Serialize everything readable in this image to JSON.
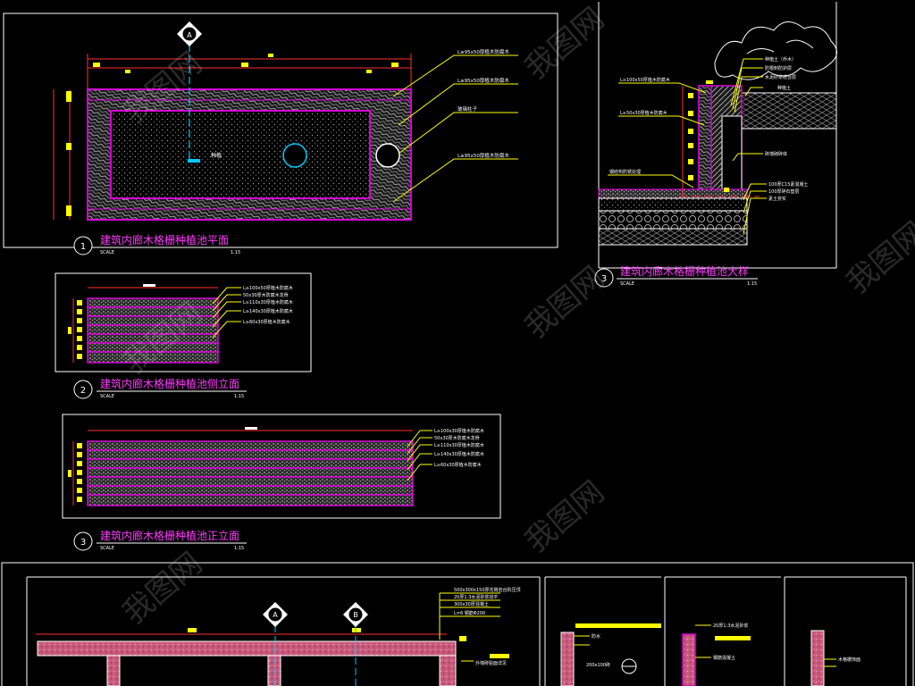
{
  "colors": {
    "background": "#000000",
    "magenta": "#d400d4",
    "yellow": "#ffff00",
    "cyan": "#00c8ff",
    "white": "#ffffff",
    "frame": "#ffffff",
    "red": "#ff3030",
    "hatch": "#bdbdbd",
    "wood_fill": "#c85a7c"
  },
  "drawing_1": {
    "number": "1",
    "title": "建筑内廊木格栅种植池平面",
    "scale_label": "SCALE",
    "scale_value": "1:15",
    "callouts": [
      "L≥95x50厚植木防腐木",
      "L≥95x50厚植木防腐木",
      "玻璃柱子",
      "L≥95x50厚植木防腐木"
    ],
    "center_label": "种植"
  },
  "drawing_2": {
    "number": "2",
    "title": "建筑内廊木格栅种植池侧立面",
    "scale_label": "SCALE",
    "scale_value": "1:15",
    "callouts": [
      "L≥100x50厚植木防腐木",
      "50x30厚木防腐木龙骨",
      "L≥110x30厚植木防腐木",
      "L≥140x30厚植木防腐木",
      "L≥60x30厚植木防腐木"
    ]
  },
  "drawing_3": {
    "number": "3",
    "title": "建筑内廊木格栅种植池正立面",
    "scale_label": "SCALE",
    "scale_value": "1:15",
    "callouts": [
      "L≥100x30厚植木防腐木",
      "50x30厚木防腐木龙骨",
      "L≥110x30厚植木防腐木",
      "L≥140x30厚植木防腐木",
      "L≥60x30厚植木防腐木"
    ]
  },
  "drawing_4": {
    "number": "3",
    "title": "建筑内廊木格栅种植池大样",
    "scale_label": "SCALE",
    "scale_value": "1:15",
    "callouts_left": [
      "L≥100x50厚植木防腐木",
      "L≥50x30厚植木防腐木",
      "钢结构防锈处理"
    ],
    "callouts_right": [
      "种植土（乔木）",
      "防根刺防护层",
      "水泥砂浆结合层",
      "种植土",
      "砖墙砌砖体"
    ],
    "callouts_bottom": [
      "100厚C15素混凝土",
      "100厚碎石垫层",
      "素土夯实"
    ]
  },
  "bottom_section": {
    "axis_markers": [
      "A",
      "B"
    ],
    "callouts": [
      "500x300x150厚花岗岩台阶压顶",
      "20厚1:3水泥砂浆找平",
      "300x30厚混凝土",
      "L=6  钢筋Φ200"
    ],
    "small_labels": [
      "外墙砖贴面详见",
      "200x100砖",
      "20厚1:3水泥砂浆",
      "防水",
      "钢筋混凝土",
      "木格栅饰面"
    ]
  },
  "watermark": "我图网"
}
